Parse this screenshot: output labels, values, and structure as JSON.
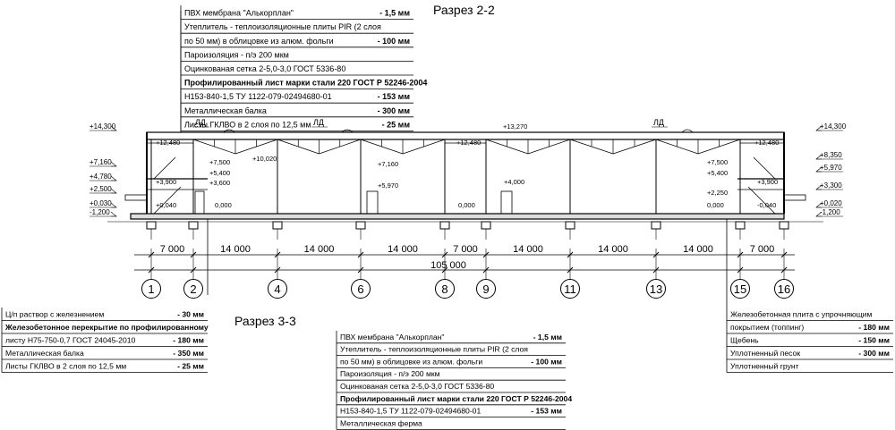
{
  "titles": {
    "section22": "Разрез 2-2",
    "section33": "Разрез 3-3"
  },
  "roof_spec_top": [
    {
      "text": "ПВХ мембрана \"Алькорплан\"",
      "value": "- 1,5 мм",
      "bold": false
    },
    {
      "text": "Утеплитель - теплоизоляционные плиты PIR (2 слоя",
      "value": "",
      "bold": false
    },
    {
      "text": "по 50 мм) в облицовке из алюм. фольги",
      "value": "- 100 мм",
      "bold": false
    },
    {
      "text": "Пароизоляция - п/э 200 мкм",
      "value": "",
      "bold": false
    },
    {
      "text": "Оцинкованая сетка 2-5,0-3,0 ГОСТ 5336-80",
      "value": "",
      "bold": false
    },
    {
      "text": "Профилированный лист марки стали 220 ГОСТ Р 52246-2004",
      "value": "",
      "bold": true
    },
    {
      "text": "Н153-840-1,5 ТУ 1122-079-02494680-01",
      "value": "- 153 мм",
      "bold": false
    },
    {
      "text": "Металлическая балка",
      "value": "- 300 мм",
      "bold": false
    },
    {
      "text": "Листы ГКЛВО в 2 слоя по 12,5 мм",
      "value": "- 25 мм",
      "bold": false
    }
  ],
  "roof_spec_bottom": [
    {
      "text": "ПВХ мембрана \"Алькорплан\"",
      "value": "- 1,5 мм",
      "bold": false
    },
    {
      "text": "Утеплитель - теплоизоляционные плиты PIR (2 слоя",
      "value": "",
      "bold": false
    },
    {
      "text": "по 50 мм) в облицовке из алюм. фольги",
      "value": "- 100 мм",
      "bold": false
    },
    {
      "text": "Пароизоляция - п/э 200 мкм",
      "value": "",
      "bold": false
    },
    {
      "text": "Оцинкованая сетка 2-5,0-3,0 ГОСТ 5336-80",
      "value": "",
      "bold": false
    },
    {
      "text": "Профилированный лист марки стали 220 ГОСТ Р 52246-2004",
      "value": "",
      "bold": true
    },
    {
      "text": "Н153-840-1,5 ТУ 1122-079-02494680-01",
      "value": "- 153 мм",
      "bold": false
    },
    {
      "text": "Металлическая ферма",
      "value": "",
      "bold": false
    }
  ],
  "floor_spec_left": [
    {
      "text": "Ц/п раствор с железнением",
      "value": "- 30 мм",
      "bold": false
    },
    {
      "text": "Железобетонное перекрытие по профилированному",
      "value": "",
      "bold": true
    },
    {
      "text": "листу Н75-750-0,7 ГОСТ 24045-2010",
      "value": "- 180 мм",
      "bold": false
    },
    {
      "text": "Металлическая балка",
      "value": "- 350 мм",
      "bold": false
    },
    {
      "text": "Листы ГКЛВО в 2 слоя по 12,5 мм",
      "value": "- 25 мм",
      "bold": false
    }
  ],
  "floor_spec_right": [
    {
      "text": "Железобетонная плита с упрочняющим",
      "value": "",
      "bold": false
    },
    {
      "text": "покрытием (топпинг)",
      "value": "- 180 мм",
      "bold": false
    },
    {
      "text": "Щебень",
      "value": "- 150 мм",
      "bold": false
    },
    {
      "text": "Уплотненный песок",
      "value": "- 300 мм",
      "bold": false
    },
    {
      "text": "Уплотненный грунт",
      "value": "",
      "bold": false
    }
  ],
  "levels_left": [
    "+14,300",
    "+7,160",
    "+4,780",
    "+2,500",
    "+0,030",
    "-1,200"
  ],
  "levels_right": [
    "+14,300",
    "+8,350",
    "+5,970",
    "+3,300",
    "+0,020",
    "-1,200"
  ],
  "levels_inner": [
    "+12,480",
    "+10,020",
    "+7,500",
    "+5,400",
    "+3,600",
    "+3,900",
    "+0,040",
    "0,000",
    "+7,160",
    "+5,970",
    "+12,480",
    "+13,270",
    "+4,000",
    "0,000",
    "+12,480",
    "+7,500",
    "+5,400",
    "+2,250",
    "0,000",
    "+3,900",
    "-0,040"
  ],
  "skylight_label": "ЛД",
  "dims": [
    "7 000",
    "14 000",
    "14 000",
    "14 000",
    "7 000",
    "14 000",
    "14 000",
    "14 000",
    "7 000"
  ],
  "dim_total": "105 000",
  "axes": [
    "1",
    "2",
    "4",
    "6",
    "8",
    "9",
    "11",
    "13",
    "15",
    "16"
  ]
}
